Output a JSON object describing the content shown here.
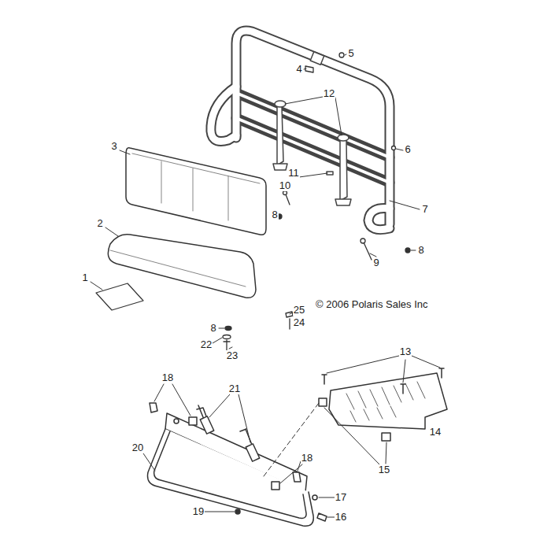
{
  "diagram": {
    "labels": [
      "5",
      "4",
      "12",
      "3",
      "6",
      "11",
      "10",
      "7",
      "2",
      "8",
      "8",
      "9",
      "1",
      "© 2006 Polaris Sales Inc",
      "25",
      "24",
      "8",
      "22",
      "23",
      "13",
      "18",
      "21",
      "14",
      "20",
      "18",
      "15",
      "17",
      "19",
      "16"
    ]
  }
}
